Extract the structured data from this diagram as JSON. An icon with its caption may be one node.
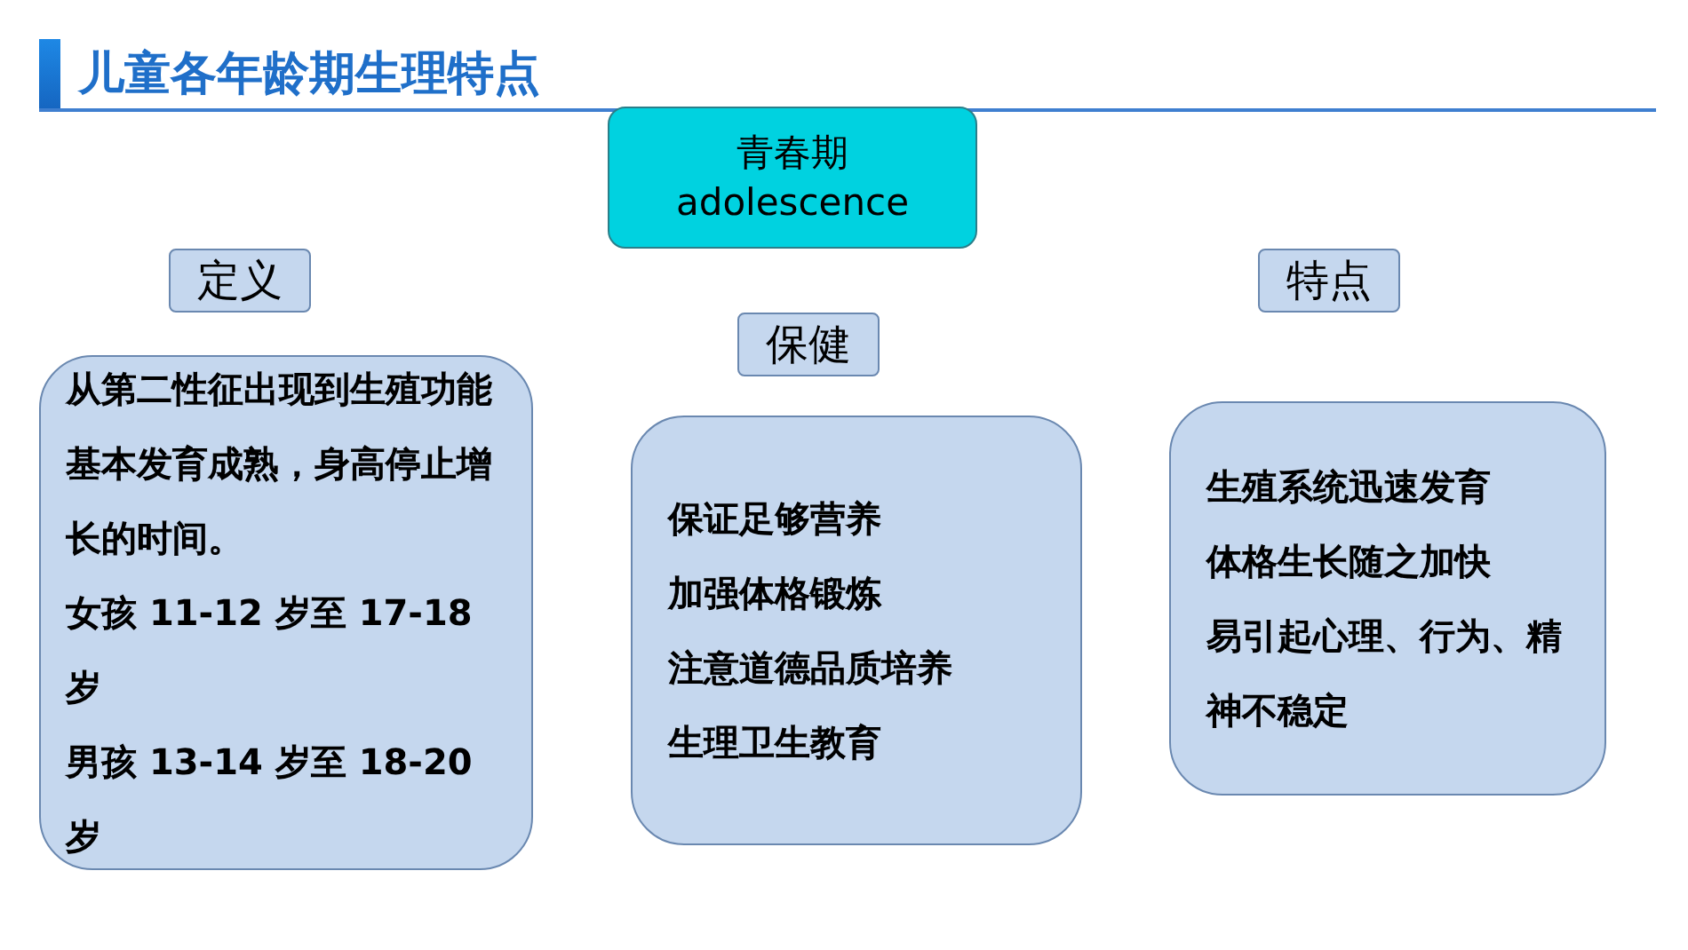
{
  "diagram": {
    "title": "儿童各年龄期生理特点",
    "nodes": [
      {
        "text": [
          "青春期 adolescence"
        ]
      },
      {
        "text": [
          "定义"
        ]
      },
      {
        "text": [
          "保健"
        ]
      },
      {
        "text": [
          "特点"
        ]
      },
      {
        "text": [
          "从第二性征出现到生殖功能基本发育成熟，身高停止增长的时间。",
          "女孩 11-12 岁至 17-18 岁",
          "男孩 13-14 岁至 18-20 岁"
        ]
      },
      {
        "text": [
          "保证足够营养",
          "加强体格锻炼",
          "注意道德品质培养",
          "生理卫生教育"
        ]
      },
      {
        "text": [
          "生殖系统迅速发育",
          "体格生长随之加快",
          "易引起心理、行为、精神不稳定"
        ]
      }
    ],
    "edges": []
  }
}
